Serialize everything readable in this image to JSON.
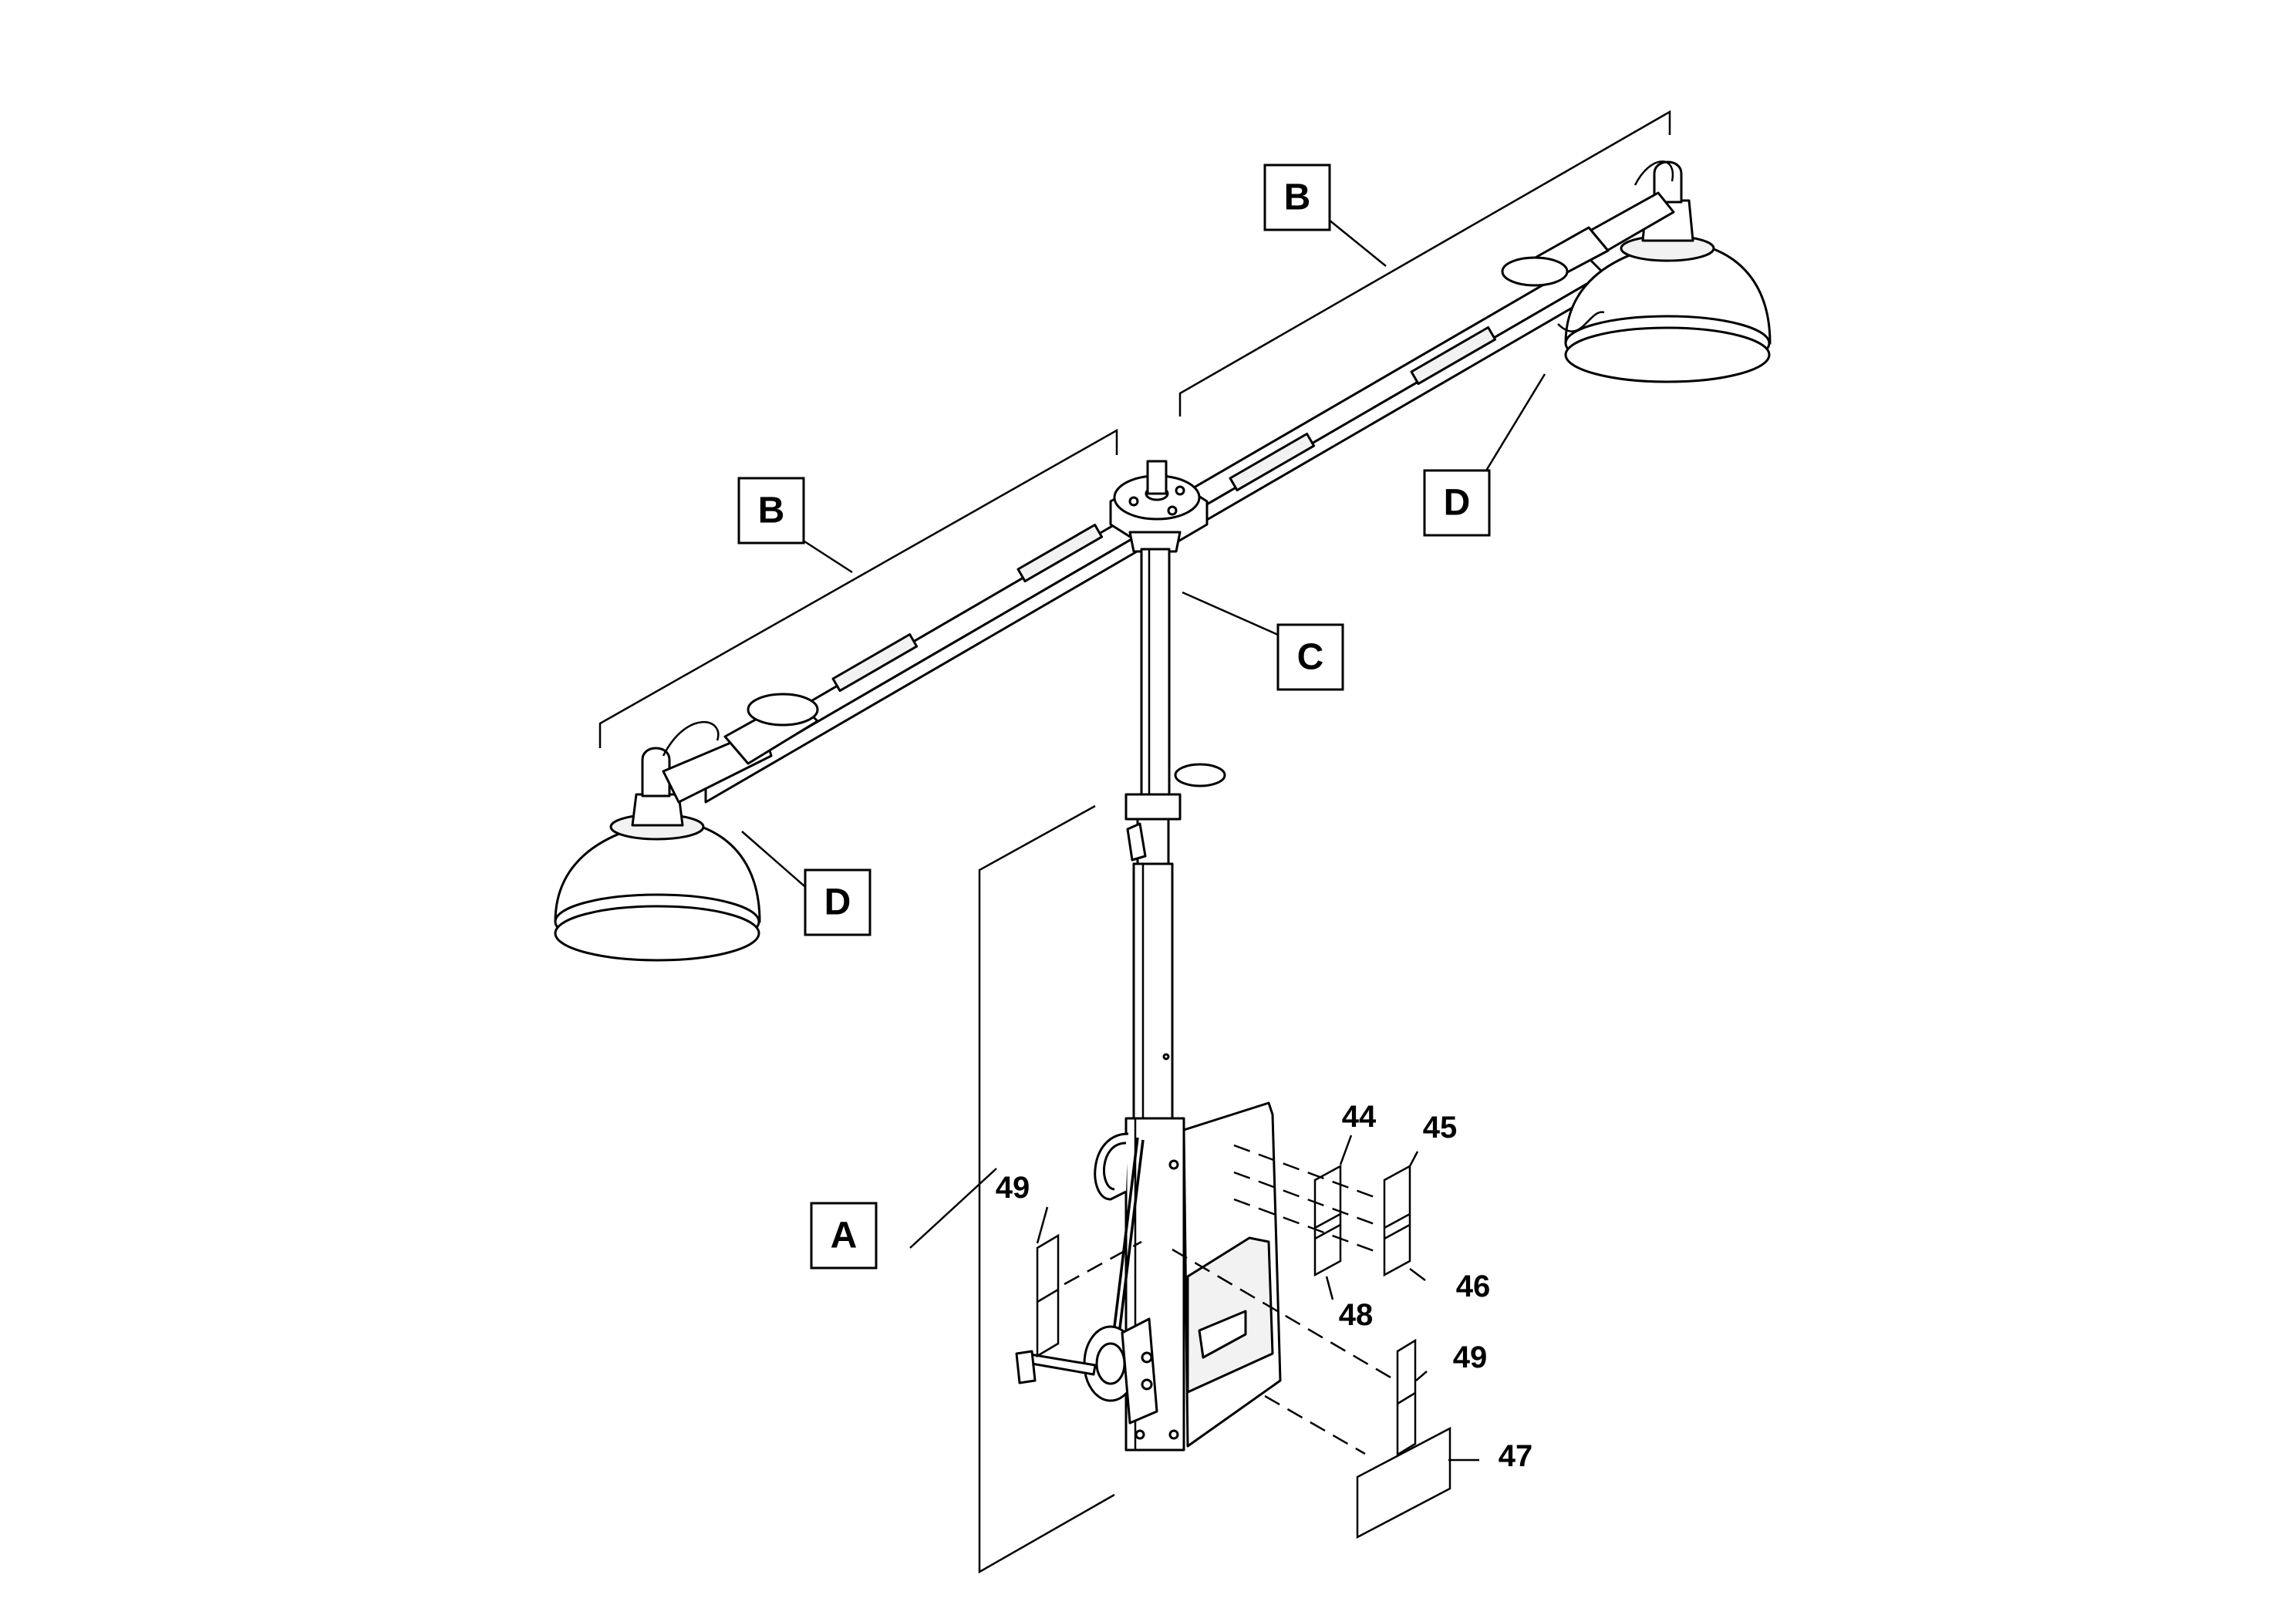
{
  "callouts": {
    "A": "A",
    "B_left": "B",
    "B_right": "B",
    "C": "C",
    "D_left": "D",
    "D_right": "D"
  },
  "part_numbers": {
    "p44": "44",
    "p45": "45",
    "p46": "46",
    "p47": "47",
    "p48": "48",
    "p49_left": "49",
    "p49_right": "49"
  }
}
